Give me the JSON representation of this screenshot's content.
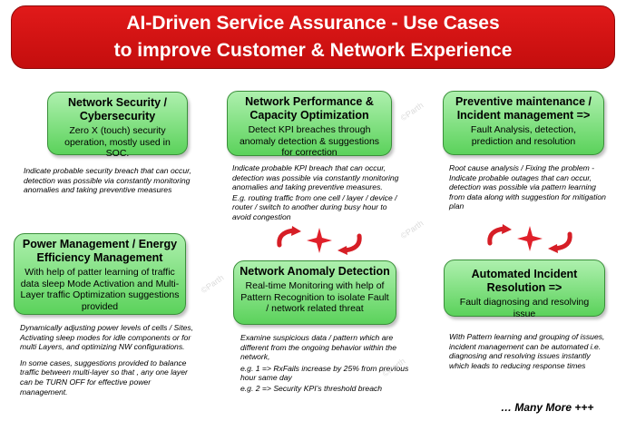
{
  "title": {
    "line1": "AI-Driven Service Assurance - Use Cases",
    "line2": "to improve Customer & Network Experience"
  },
  "boxes": {
    "security": {
      "title": "Network Security / Cybersecurity",
      "body": "Zero X (touch) security operation, mostly used in SOC."
    },
    "performance": {
      "title": "Network Performance & Capacity Optimization",
      "body": "Detect KPI breaches through anomaly detection & suggestions for correction"
    },
    "preventive": {
      "title": "Preventive maintenance / Incident management =>",
      "body": "Fault Analysis, detection, prediction and resolution"
    },
    "power": {
      "title": "Power Management / Energy Efficiency Management",
      "body": "With help of patter learning of traffic data sleep Mode Activation and Multi-Layer traffic Optimization suggestions provided"
    },
    "anomaly": {
      "title": "Network Anomaly Detection",
      "body": "Real-time Monitoring with help of Pattern Recognition to isolate Fault / network related threat"
    },
    "incident": {
      "title": "Automated Incident Resolution =>",
      "body": "Fault diagnosing and resolving issue"
    }
  },
  "notes": {
    "security": "Indicate probable security breach that can occur, detection was possible via constantly monitoring anomalies and taking preventive measures",
    "performance_1": "Indicate probable KPI breach that can occur, detection was possible via constantly monitoring anomalies and taking preventive measures.",
    "performance_2": "E.g. routing traffic from one cell / layer / device / router / switch to another during busy hour to avoid congestion",
    "preventive": "Root cause analysis / Fixing the problem - Indicate probable outages that can occur, detection was possible via pattern learning from data along with suggestion for mitigation plan",
    "power_1": "Dynamically adjusting power levels of cells / Sites, Activating sleep modes for idle components or for multi Layers, and optimizing NW configurations.",
    "power_2": "In some cases, suggestions provided to balance traffic between multi-layer so that , any one layer can be TURN OFF for effective power management.",
    "anomaly_1": "Examine suspicious data / pattern which are different from the ongoing behavior within the network,",
    "anomaly_2": "e.g. 1 => RxFails increase by 25% from previous hour same day",
    "anomaly_3": "e.g. 2 => Security KPI’s threshold breach",
    "incident": "With Pattern learning and grouping of issues, incident management can be automated i.e. diagnosing and resolving issues instantly which leads to reducing response times"
  },
  "footer": "… Many More +++",
  "watermark": "©Parth",
  "colors": {
    "banner": "#d41414",
    "box_fill": "#7ee07e",
    "box_border": "#3a8f3a",
    "cycle_icon": "#e0202a"
  },
  "icons": [
    "cycle-arrows-icon",
    "star-icon"
  ]
}
